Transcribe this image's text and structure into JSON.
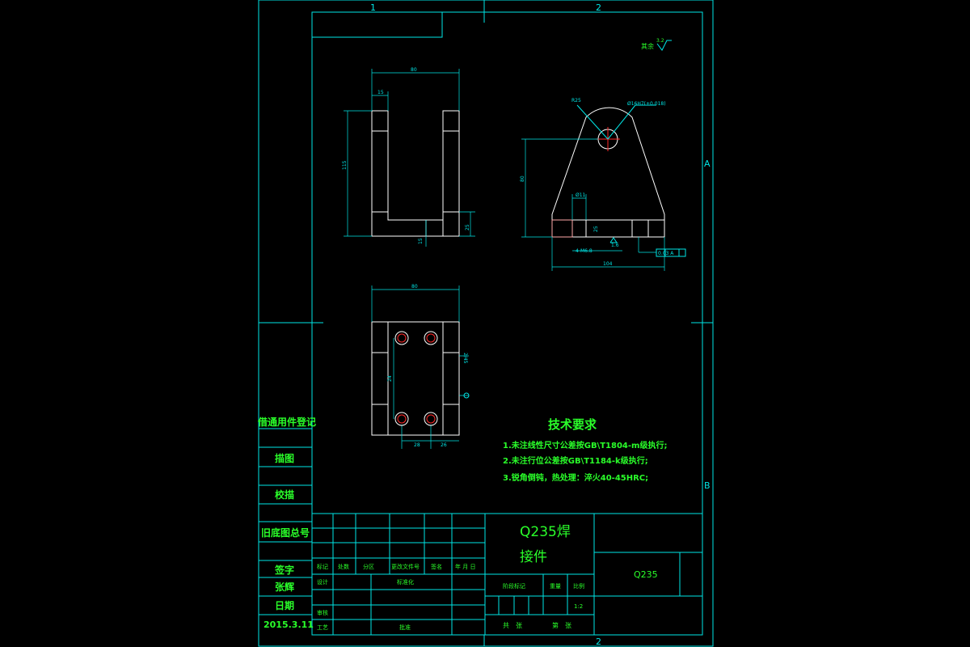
{
  "frame": {
    "zone_top_1": "1",
    "zone_top_2": "2",
    "zone_bottom_2": "2",
    "zone_right_a": "A",
    "zone_right_b": "B"
  },
  "roughness_note": "其余",
  "roughness_value": "3.2",
  "front_view": {
    "dim_width": "80",
    "dim_wall": "15",
    "dim_height": "115",
    "dim_base": "15",
    "dim_right": "25"
  },
  "top_view": {
    "dim_width": "80",
    "dim_spacing": "24",
    "dim_x1": "28",
    "dim_x2": "26",
    "dim_angle": "2/45"
  },
  "side_view": {
    "dim_radius": "R25",
    "dim_hole": "Ø16H7(+0.018)",
    "dim_height": "80",
    "dim_small_hole": "Ø11",
    "dim_thread": "4-M6.8",
    "dim_width": "104",
    "dim_25": "25",
    "datum": "A",
    "tolerance_box": "0.03 A",
    "roughness_small": "1.6"
  },
  "tech": {
    "title": "技术要求",
    "line1": "1.未注线性尺寸公差按GB\\T1804-m级执行;",
    "line2": "2.未注行位公差按GB\\T1184-k级执行;",
    "line3": "3.锐角倒钝，热处理：淬火40-45HRC;"
  },
  "side_column": {
    "register": "借通用件登记",
    "trace": "描图",
    "check": "校描",
    "old_drawing": "旧底图总号",
    "sign": "签字",
    "signer": "张辉",
    "date_label": "日期",
    "date": "2015.3.11"
  },
  "title_block": {
    "part_name_1": "Q235焊",
    "part_name_2": "接件",
    "material": "Q235",
    "col_mark": "标记",
    "col_count": "处数",
    "col_zone": "分区",
    "col_change_doc": "更改文件号",
    "col_signature": "签名",
    "col_date": "年 月 日",
    "design": "设计",
    "standardize": "标准化",
    "review": "审核",
    "process": "工艺",
    "approve": "批准",
    "stage_mark": "阶段标记",
    "weight": "重量",
    "scale": "比例",
    "scale_value": "1:2",
    "total": "共　张",
    "sheet": "第　张"
  }
}
